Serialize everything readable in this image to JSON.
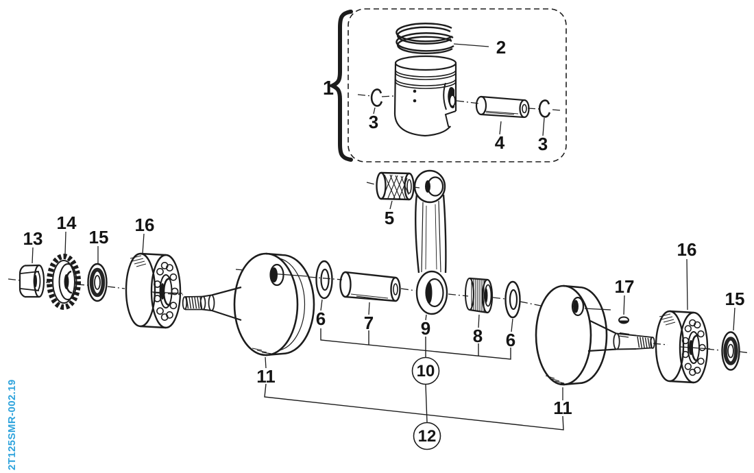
{
  "drawing": {
    "code": "2T125SMR-002.19",
    "accent_color": "#2EA3DC",
    "line_color": "#1c1c1c",
    "background_color": "#ffffff"
  },
  "callouts": {
    "piston_assembly": "1",
    "piston_rings": "2",
    "circlip_left": "3",
    "circlip_right": "3",
    "piston_pin": "4",
    "small_end_bearing": "5",
    "thrust_washer_left": "6",
    "thrust_washer_right": "6",
    "crank_pin": "7",
    "big_end_bearing": "8",
    "connecting_rod": "9",
    "connecting_rod_kit": "10",
    "crank_half_left": "11",
    "crank_half_right": "11",
    "crankshaft_assembly": "12",
    "nut": "13",
    "primary_drive_gear": "14",
    "oil_seal_left": "15",
    "oil_seal_right": "15",
    "main_bearing_left": "16",
    "main_bearing_right": "16",
    "woodruff_key": "17"
  }
}
